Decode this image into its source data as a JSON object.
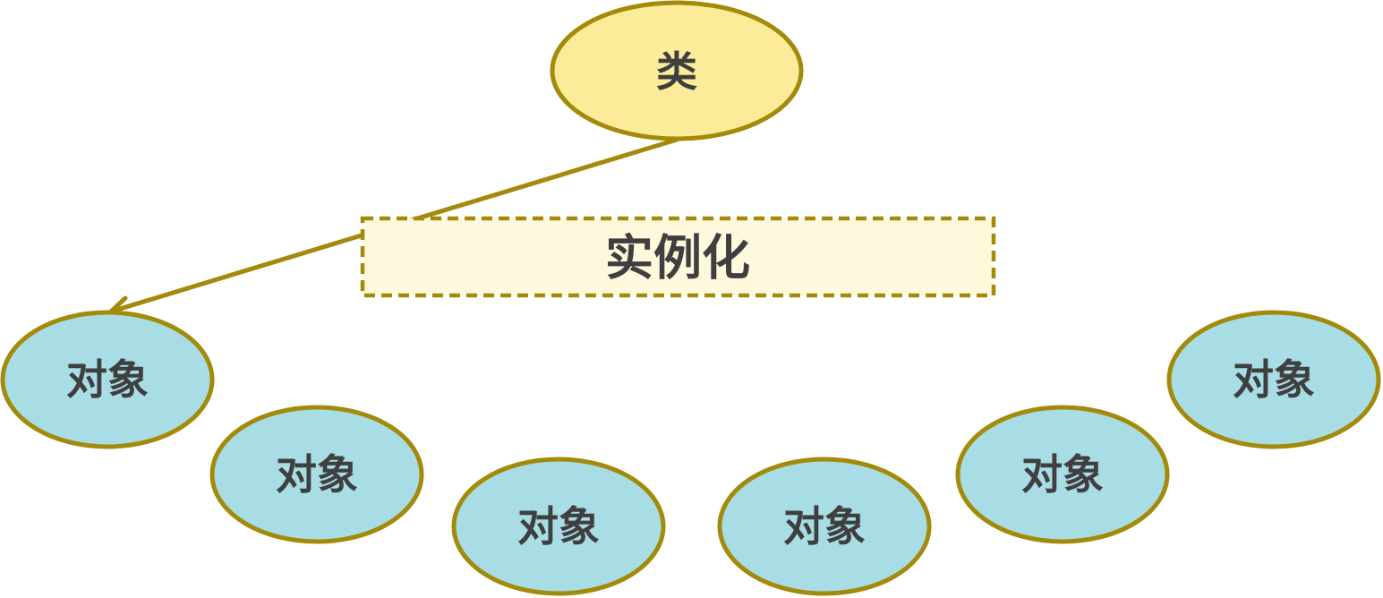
{
  "class_node": {
    "label": "类"
  },
  "instantiation": {
    "label": "实例化"
  },
  "objects": [
    {
      "label": "对象"
    },
    {
      "label": "对象"
    },
    {
      "label": "对象"
    },
    {
      "label": "对象"
    },
    {
      "label": "对象"
    },
    {
      "label": "对象"
    }
  ],
  "colors": {
    "stroke": "#A38A0A",
    "class_fill": "#FCEC9A",
    "object_fill": "#A8DDE6",
    "label_box_fill": "#FEF8DC",
    "text": "#3F3F3F"
  }
}
